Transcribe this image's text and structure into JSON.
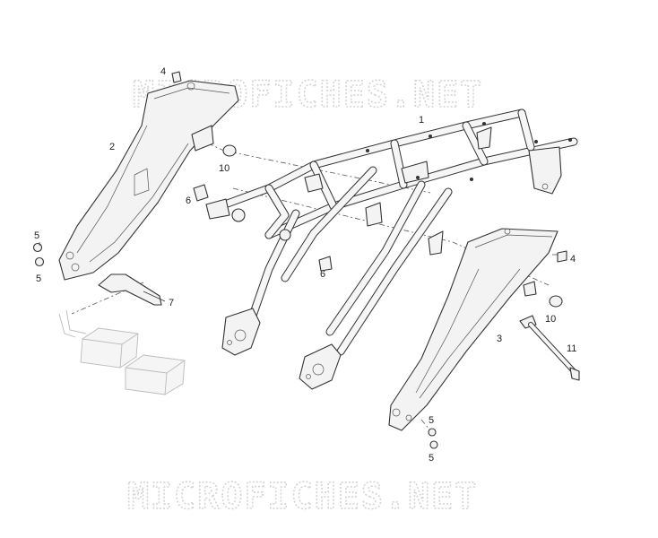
{
  "watermark": {
    "text": "MICROFICHES.NET"
  },
  "callouts": [
    {
      "id": "c1",
      "text": "1"
    },
    {
      "id": "c2",
      "text": "2"
    },
    {
      "id": "c3",
      "text": "3"
    },
    {
      "id": "c4a",
      "text": "4"
    },
    {
      "id": "c4b",
      "text": "4"
    },
    {
      "id": "c5a",
      "text": "5"
    },
    {
      "id": "c5b",
      "text": "5"
    },
    {
      "id": "c5c",
      "text": "5"
    },
    {
      "id": "c5d",
      "text": "5"
    },
    {
      "id": "c6a",
      "text": "6"
    },
    {
      "id": "c6b",
      "text": "6"
    },
    {
      "id": "c7",
      "text": "7"
    },
    {
      "id": "c10a",
      "text": "10"
    },
    {
      "id": "c10b",
      "text": "10"
    },
    {
      "id": "c11",
      "text": "11"
    }
  ]
}
